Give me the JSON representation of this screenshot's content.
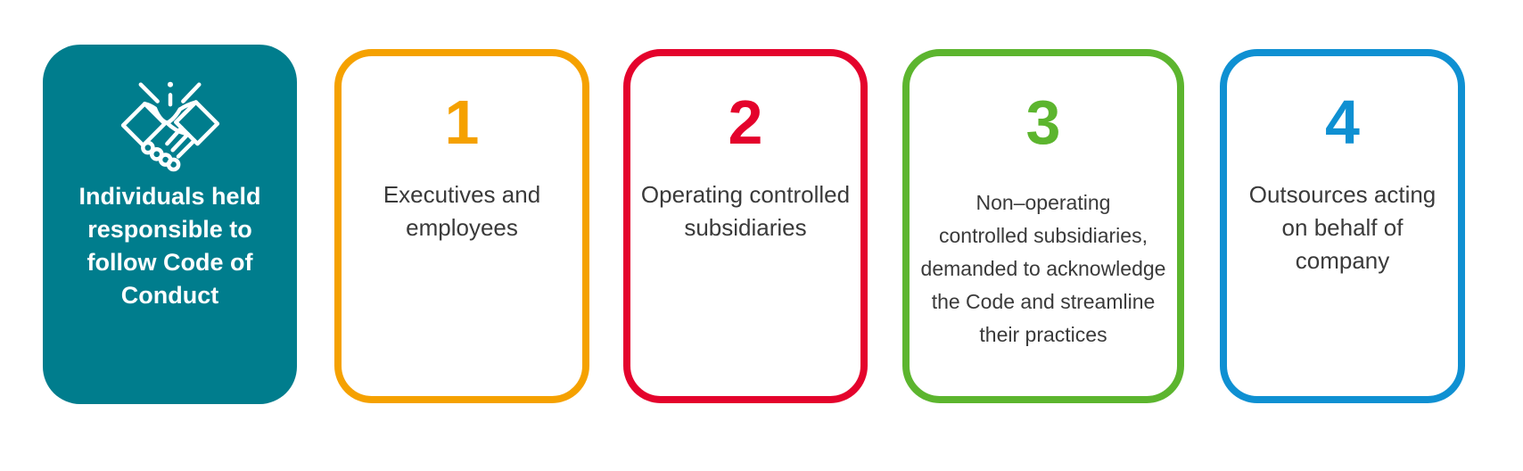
{
  "page": {
    "background": "#FFFFFF",
    "body_text_color": "#3A3A3A"
  },
  "cards": [
    {
      "id": "intro",
      "label": "Individuals held\nresponsible to\nfollow Code of\nConduct",
      "bg_color": "#007D8D",
      "text_color": "#FFFFFF",
      "icon": "handshake-icon"
    },
    {
      "id": "step-1",
      "number": "1",
      "label": "Executives and\nemployees",
      "accent_color": "#F5A100"
    },
    {
      "id": "step-2",
      "number": "2",
      "label": "Operating controlled\nsubsidiaries",
      "accent_color": "#E4032C"
    },
    {
      "id": "step-3",
      "number": "3",
      "label": "Non–operating\ncontrolled subsidiaries,\ndemanded to acknowledge\nthe Code and streamline\ntheir practices",
      "accent_color": "#5CB52E"
    },
    {
      "id": "step-4",
      "number": "4",
      "label": "Outsources acting\non behalf of\ncompany",
      "accent_color": "#0F90D2"
    }
  ]
}
